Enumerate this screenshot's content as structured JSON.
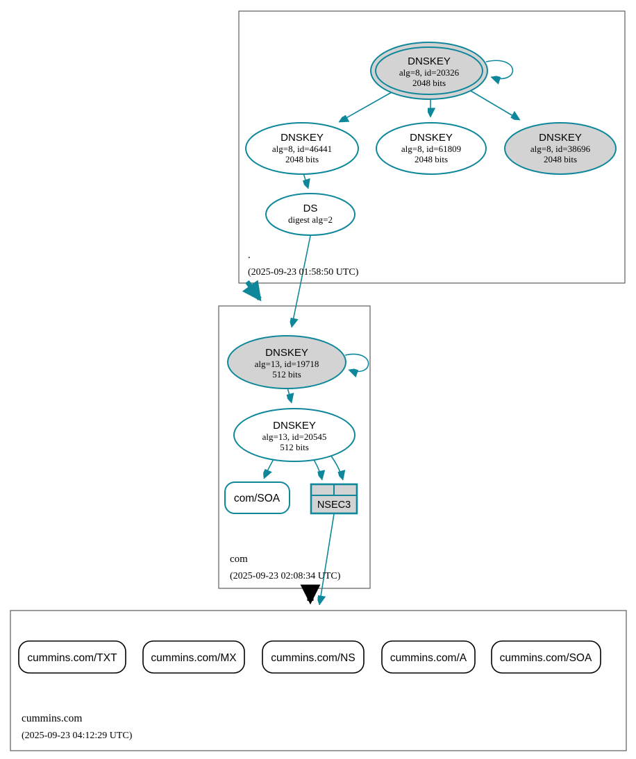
{
  "colors": {
    "secure_teal": "#0e879a",
    "key_gray_fill": "#d3d3d3",
    "zone_border_gray": "#5c5c5c",
    "warn_black": "#000000"
  },
  "zones": {
    "root": {
      "label": ".",
      "timestamp": "(2025-09-23 01:58:50 UTC)"
    },
    "com": {
      "label": "com",
      "timestamp": "(2025-09-23 02:08:34 UTC)"
    },
    "cummins": {
      "label": "cummins.com",
      "timestamp": "(2025-09-23 04:12:29 UTC)"
    }
  },
  "nodes": {
    "root_ksk": {
      "title": "DNSKEY",
      "attr1": "alg=8, id=20326",
      "attr2": "2048 bits"
    },
    "root_key_46441": {
      "title": "DNSKEY",
      "attr1": "alg=8, id=46441",
      "attr2": "2048 bits"
    },
    "root_key_61809": {
      "title": "DNSKEY",
      "attr1": "alg=8, id=61809",
      "attr2": "2048 bits"
    },
    "root_key_38696": {
      "title": "DNSKEY",
      "attr1": "alg=8, id=38696",
      "attr2": "2048 bits"
    },
    "root_ds": {
      "title": "DS",
      "attr1": "digest alg=2"
    },
    "com_ksk": {
      "title": "DNSKEY",
      "attr1": "alg=13, id=19718",
      "attr2": "512 bits"
    },
    "com_zsk": {
      "title": "DNSKEY",
      "attr1": "alg=13, id=20545",
      "attr2": "512 bits"
    },
    "com_soa": {
      "label": "com/SOA"
    },
    "com_nsec3": {
      "label": "NSEC3"
    },
    "cummins_txt": {
      "label": "cummins.com/TXT"
    },
    "cummins_mx": {
      "label": "cummins.com/MX"
    },
    "cummins_ns": {
      "label": "cummins.com/NS"
    },
    "cummins_a": {
      "label": "cummins.com/A"
    },
    "cummins_soa": {
      "label": "cummins.com/SOA"
    }
  }
}
